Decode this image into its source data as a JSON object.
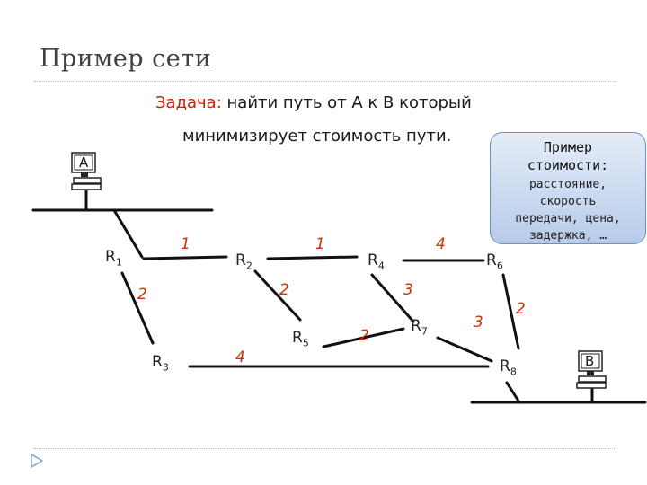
{
  "title": "Пример сети",
  "task": {
    "label": "Задача:",
    "line1": "найти путь от А к В который",
    "line2": "минимизирует стоимость пути."
  },
  "callout": {
    "title_line1": "Пример",
    "title_line2": "стоимости:",
    "body_line1": "расстояние,",
    "body_line2": "скорость",
    "body_line3": "передачи, цена,",
    "body_line4": "задержка, …"
  },
  "hosts": {
    "a": "A",
    "b": "B"
  },
  "routers": [
    {
      "name": "R",
      "sub": "1"
    },
    {
      "name": "R",
      "sub": "2"
    },
    {
      "name": "R",
      "sub": "3"
    },
    {
      "name": "R",
      "sub": "4"
    },
    {
      "name": "R",
      "sub": "5"
    },
    {
      "name": "R",
      "sub": "6"
    },
    {
      "name": "R",
      "sub": "7"
    },
    {
      "name": "R",
      "sub": "8"
    }
  ],
  "costs": {
    "r1_r2": "1",
    "r2_r4": "1",
    "r4_r6": "4",
    "r1_r3": "2",
    "r2_r5": "2",
    "r4_r7": "3",
    "r3_r8": "4",
    "r5_r7": "2",
    "r7_r8": "3",
    "r6_r8": "2"
  },
  "colors": {
    "link": "#111111",
    "cost": "#cc3300",
    "task_label": "#cc2200",
    "callout_border": "#6d8fc3"
  }
}
